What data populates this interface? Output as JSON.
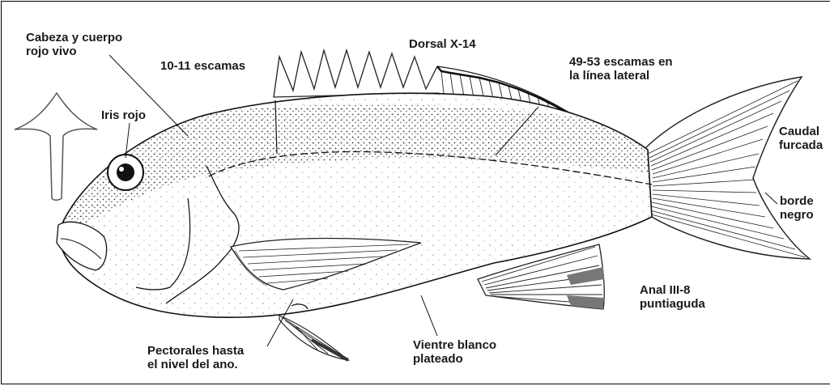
{
  "labels": {
    "cabeza_1": "Cabeza y cuerpo",
    "cabeza_2": "rojo vivo",
    "escamas_sup": "10-11 escamas",
    "dorsal": "Dorsal X-14",
    "linea_1": "49-53 escamas en",
    "linea_2": "la línea lateral",
    "iris": "Iris rojo",
    "caudal_1": "Caudal",
    "caudal_2": "furcada",
    "borde_1": "borde",
    "borde_2": "negro",
    "anal_1": "Anal III-8",
    "anal_2": "puntiaguda",
    "pectorales_1": "Pectorales hasta",
    "pectorales_2": "el nivel del ano.",
    "vientre_1": "Vientre blanco",
    "vientre_2": "plateado"
  },
  "colors": {
    "ink": "#1a1a1a",
    "background": "#ffffff"
  }
}
